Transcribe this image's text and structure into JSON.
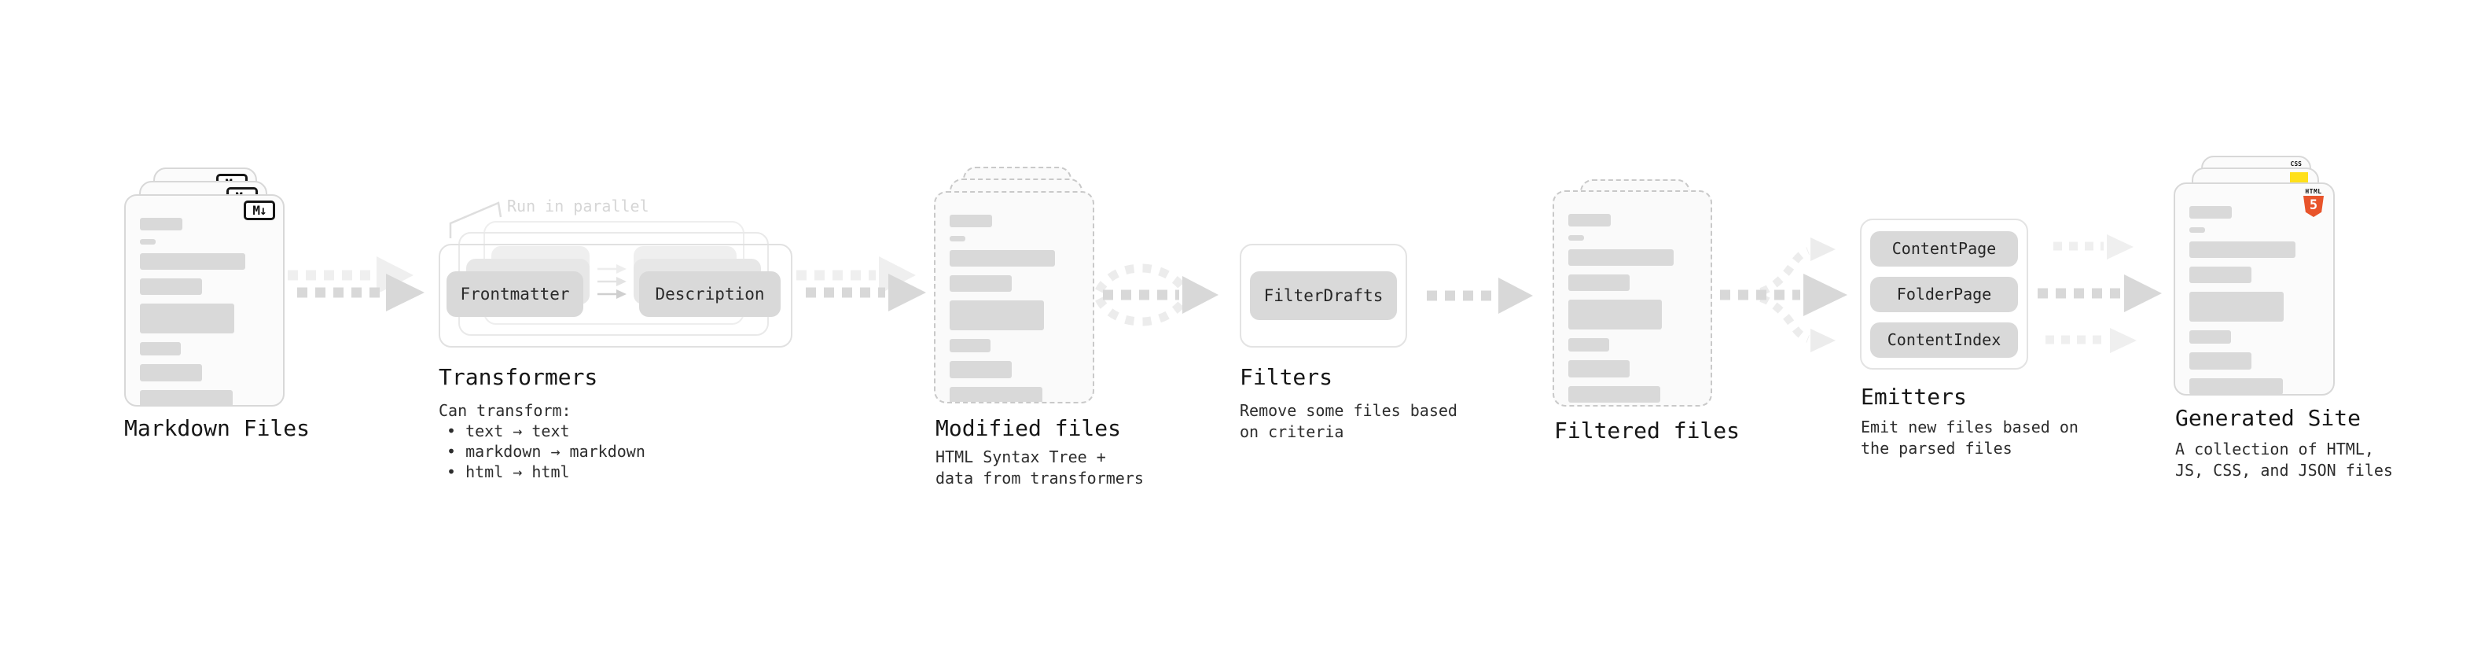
{
  "colors": {
    "background": "#ffffff",
    "ink": "#1c1c1c",
    "skeleton_bar_gray": "#d9d9d9",
    "doc_border_gray": "#d8d8d8",
    "dashed_border_gray": "#c9c9c9",
    "box_gray": "#d9d9d9",
    "arrow_dark": "#d8d8d8",
    "arrow_light": "#ededed",
    "faint_note_gray": "#d6d6d6",
    "html5_orange": "#e8542b",
    "js_yellow": "#ffe01a",
    "css_blue": "#2e65f1"
  },
  "skeleton_bars": [
    {
      "w": 33,
      "h": 16
    },
    {
      "w": 12,
      "h": 7
    },
    {
      "w": 82,
      "h": 21
    },
    {
      "w": 48,
      "h": 21
    },
    {
      "w": 73,
      "h": 38
    },
    {
      "w": 32,
      "h": 17
    },
    {
      "w": 48,
      "h": 22
    },
    {
      "w": 72,
      "h": 21
    }
  ],
  "stages": {
    "markdown": {
      "title": "Markdown Files",
      "icon_label": "M↓"
    },
    "transformers": {
      "title": "Transformers",
      "parallel_note": "Run in parallel",
      "frontmatter_label": "Frontmatter",
      "description_label": "Description",
      "can_transform_heading": "Can transform:",
      "bullets": [
        "• text → text",
        "• markdown → markdown",
        "• html → html"
      ]
    },
    "modified": {
      "title": "Modified files",
      "subtitle": "HTML Syntax Tree +\ndata from transformers"
    },
    "filters": {
      "title": "Filters",
      "filter_label": "FilterDrafts",
      "subtitle": "Remove some files based\non criteria"
    },
    "filtered": {
      "title": "Filtered files"
    },
    "emitters": {
      "title": "Emitters",
      "emitter_labels": [
        "ContentPage",
        "FolderPage",
        "ContentIndex"
      ],
      "subtitle": "Emit new files based on\nthe parsed files"
    },
    "generated": {
      "title": "Generated Site",
      "subtitle": "A collection of HTML,\nJS, CSS, and JSON files",
      "html5_text": "HTML",
      "html5_number": "5",
      "css_text": "CSS"
    }
  }
}
